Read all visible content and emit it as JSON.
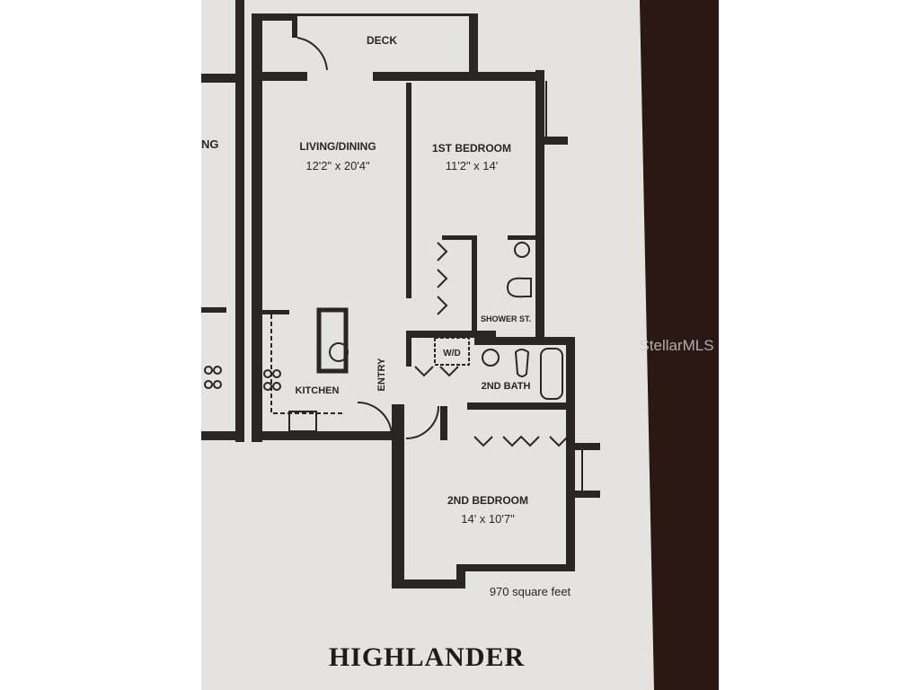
{
  "plan": {
    "title": "HIGHLANDER",
    "area": "970 square feet",
    "rooms": [
      {
        "name": "DECK"
      },
      {
        "name": "LIVING/DINING",
        "size": "12'2\" x 20'4\""
      },
      {
        "name": "1ST BEDROOM",
        "size": "11'2\" x 14'"
      },
      {
        "name": "SHOWER ST."
      },
      {
        "name": "W/D"
      },
      {
        "name": "2ND BATH"
      },
      {
        "name": "KITCHEN"
      },
      {
        "name": "ENTRY"
      },
      {
        "name": "2ND BEDROOM",
        "size": "14' x 10'7\""
      }
    ],
    "neighbor_fragment": "NG"
  },
  "watermark": "StellarMLS",
  "colors": {
    "paper": "#e4e3e0",
    "ink": "#2a2624",
    "background": "#2b1714"
  }
}
